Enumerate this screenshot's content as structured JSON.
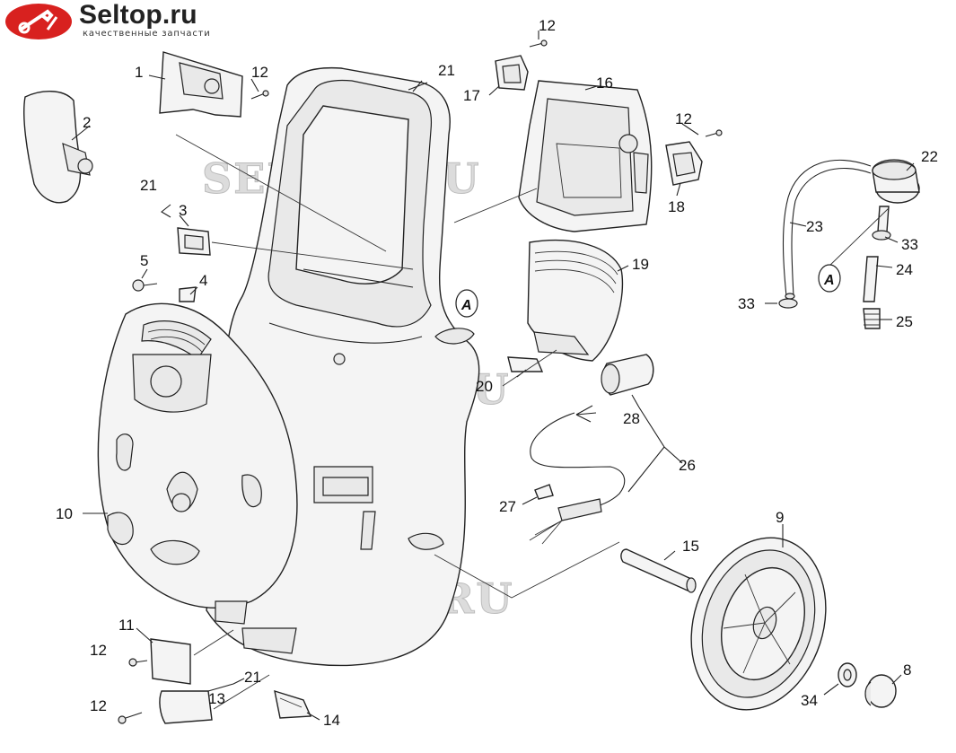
{
  "brand": {
    "name": "Seltop.ru",
    "tagline": "качественные запчасти",
    "color": "#d8211f"
  },
  "watermark": "SELTOP.RU",
  "callouts": [
    {
      "id": "c1",
      "text": "1"
    },
    {
      "id": "c2",
      "text": "2"
    },
    {
      "id": "c3",
      "text": "3"
    },
    {
      "id": "c4",
      "text": "4"
    },
    {
      "id": "c5",
      "text": "5"
    },
    {
      "id": "c8",
      "text": "8"
    },
    {
      "id": "c9",
      "text": "9"
    },
    {
      "id": "c10",
      "text": "10"
    },
    {
      "id": "c11",
      "text": "11"
    },
    {
      "id": "c12a",
      "text": "12"
    },
    {
      "id": "c12b",
      "text": "12"
    },
    {
      "id": "c12c",
      "text": "12"
    },
    {
      "id": "c12d",
      "text": "12"
    },
    {
      "id": "c12e",
      "text": "12"
    },
    {
      "id": "c13",
      "text": "13"
    },
    {
      "id": "c14",
      "text": "14"
    },
    {
      "id": "c15",
      "text": "15"
    },
    {
      "id": "c16",
      "text": "16"
    },
    {
      "id": "c17",
      "text": "17"
    },
    {
      "id": "c18",
      "text": "18"
    },
    {
      "id": "c19",
      "text": "19"
    },
    {
      "id": "c20",
      "text": "20"
    },
    {
      "id": "c21a",
      "text": "21"
    },
    {
      "id": "c21b",
      "text": "21"
    },
    {
      "id": "c21c",
      "text": "21"
    },
    {
      "id": "c22",
      "text": "22"
    },
    {
      "id": "c23",
      "text": "23"
    },
    {
      "id": "c24",
      "text": "24"
    },
    {
      "id": "c25",
      "text": "25"
    },
    {
      "id": "c26",
      "text": "26"
    },
    {
      "id": "c27",
      "text": "27"
    },
    {
      "id": "c28",
      "text": "28"
    },
    {
      "id": "c33a",
      "text": "33"
    },
    {
      "id": "c33b",
      "text": "33"
    },
    {
      "id": "c34",
      "text": "34"
    }
  ],
  "markers": {
    "a1": "A",
    "a2": "A"
  }
}
